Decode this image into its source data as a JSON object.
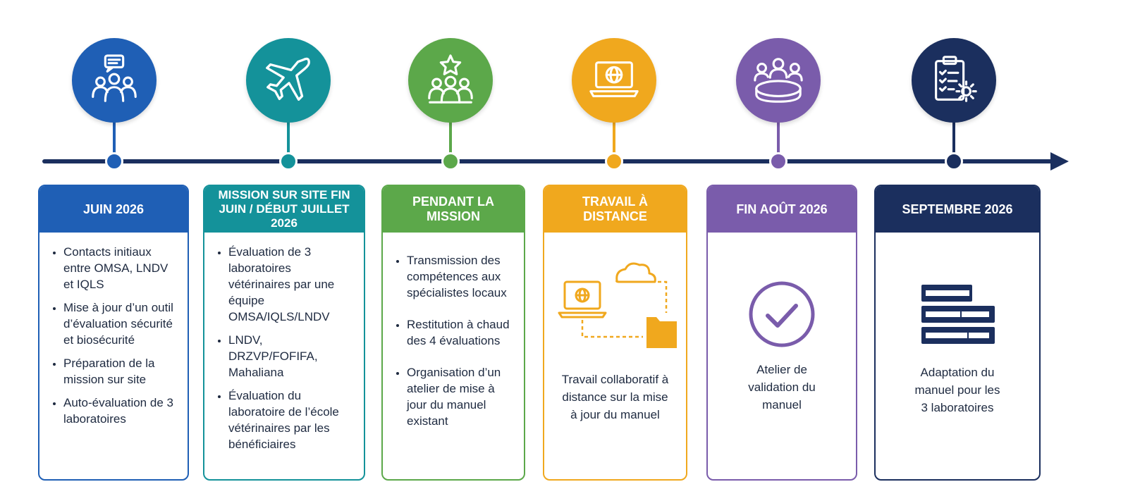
{
  "colors": {
    "timeline": "#1b2f5e",
    "june": "#1f5fb5",
    "mission": "#14929a",
    "during": "#5ca84a",
    "remote": "#f0a81e",
    "august": "#7a5cab",
    "september": "#1b2f5e"
  },
  "phases": [
    {
      "key": "june",
      "icon": "meeting-chat-icon",
      "title": "JUIN 2026",
      "items": [
        "Contacts initiaux entre OMSA, LNDV et IQLS",
        "Mise à jour d’un outil d’évaluation sécurité et biosécurité",
        "Préparation de la mission sur site",
        "Auto-évaluation de 3 laboratoires"
      ]
    },
    {
      "key": "mission",
      "icon": "airplane-icon",
      "title": "MISSION SUR SITE FIN JUIN / DÉBUT JUILLET 2026",
      "items": [
        "Évaluation de 3 laboratoires vétérinaires par une équipe OMSA/IQLS/LNDV",
        "LNDV, DRZVP/FOFIFA, Mahaliana",
        "Évaluation du laboratoire de l’école vétérinaires par les bénéficiaires"
      ]
    },
    {
      "key": "during",
      "icon": "team-star-icon",
      "title": "PENDANT LA MISSION",
      "items": [
        "Transmission des compétences aux spécialistes locaux",
        "Restitution à chaud des 4 évaluations",
        "Organisation d’un atelier de mise à jour du manuel existant"
      ]
    },
    {
      "key": "remote",
      "icon": "laptop-globe-icon",
      "title": "TRAVAIL À DISTANCE",
      "text": "Travail collaboratif à distance sur la mise à jour du manuel"
    },
    {
      "key": "august",
      "icon": "round-table-icon",
      "title": "FIN AOÛT 2026",
      "text": "Atelier de validation du manuel"
    },
    {
      "key": "september",
      "icon": "clipboard-gear-icon",
      "title": "SEPTEMBRE 2026",
      "text": "Adaptation du manuel pour les 3 laboratoires"
    }
  ]
}
